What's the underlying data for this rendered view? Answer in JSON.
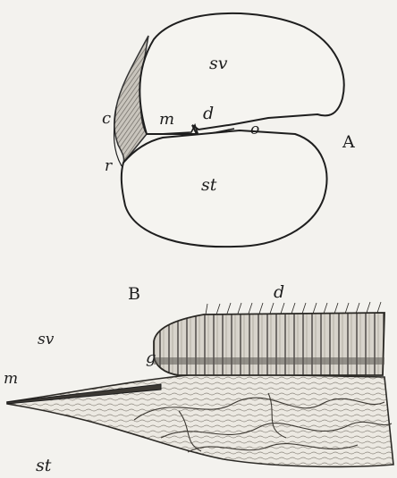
{
  "figure_A": {
    "panel": "A",
    "labels": {
      "sv": "sv",
      "st": "st",
      "c": "c",
      "m": "m",
      "d": "d",
      "o": "o",
      "r": "r"
    }
  },
  "figure_B": {
    "panel": "B",
    "labels": {
      "d": "d",
      "g": "g",
      "sv": "sv",
      "m": "m",
      "st": "st"
    }
  }
}
